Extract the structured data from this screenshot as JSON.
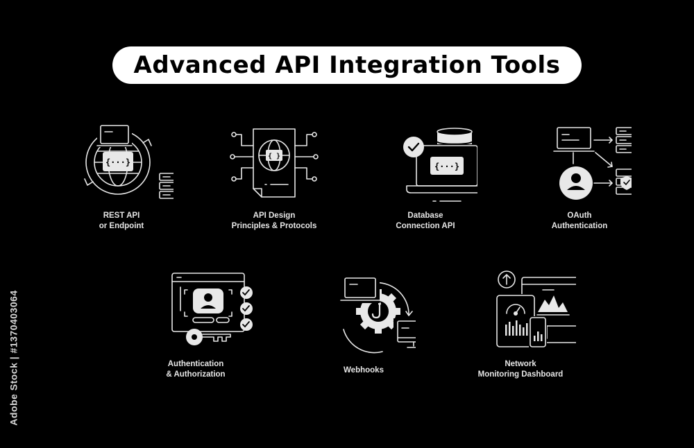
{
  "title": "Advanced API Integration Tools",
  "stock_id": "Adobe Stock | #1370403064",
  "icons": [
    {
      "line1": "REST API",
      "line2": "or Endpoint",
      "icon": "globe-laptop-server-icon"
    },
    {
      "line1": "API Design",
      "line2": "Principles & Protocols",
      "icon": "document-globe-circuit-icon"
    },
    {
      "line1": "Database",
      "line2": "Connection API",
      "icon": "laptop-database-check-icon"
    },
    {
      "line1": "OAuth",
      "line2": "Authentication",
      "icon": "user-server-shield-icon"
    },
    {
      "line1": "Authentication",
      "line2": "& Authorization",
      "icon": "profile-key-checklist-icon"
    },
    {
      "line1": "Webhooks",
      "line2": "",
      "icon": "gear-hook-devices-icon"
    },
    {
      "line1": "Network",
      "line2": "Monitoring Dashboard",
      "icon": "dashboard-monitor-icon"
    }
  ]
}
